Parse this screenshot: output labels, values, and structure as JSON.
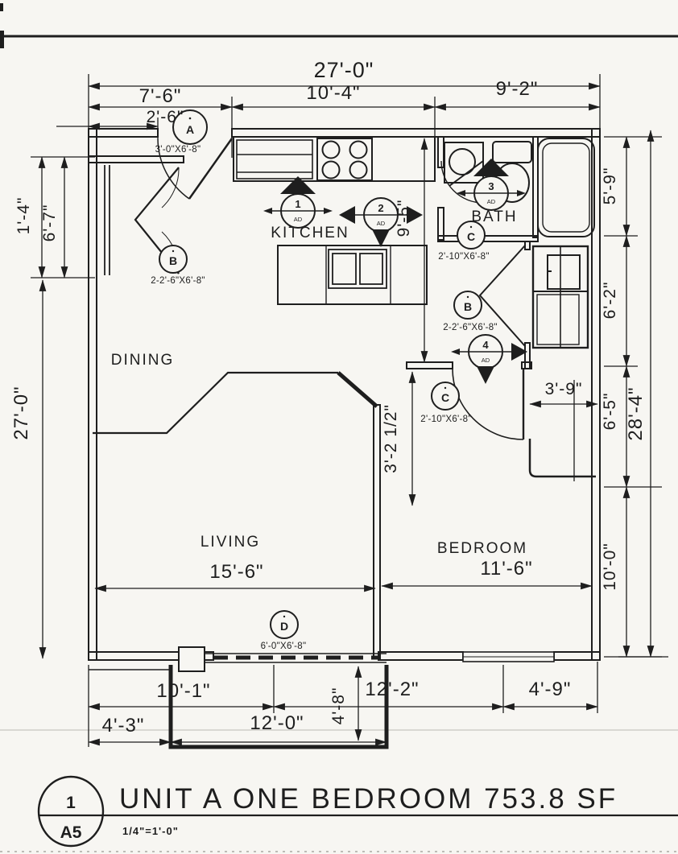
{
  "page": {
    "ink": "#1e1e1e",
    "paper": "#f7f6f2"
  },
  "title_block": {
    "detail_number": "1",
    "sheet": "A5",
    "title": "UNIT A ONE BEDROOM 753.8 SF",
    "scale": "1/4\"=1'-0\""
  },
  "rooms": {
    "kitchen": "KITCHEN",
    "bath": "BATH",
    "dining": "DINING",
    "living": "LIVING",
    "bedroom": "BEDROOM"
  },
  "dims": {
    "overall_top": "27'-0\"",
    "top_left": "7'-6\"",
    "top_mid": "10'-4\"",
    "top_right": "9'-2\"",
    "entry_offset": "2'-6\"",
    "left_a": "1'-4\"",
    "left_b": "6'-7\"",
    "left_overall": "27'-0\"",
    "right_a": "5'-9\"",
    "right_b": "6'-2\"",
    "right_c": "6'-5\"",
    "right_d": "10'-0\"",
    "right_overall": "28'-4\"",
    "kitchen_depth": "9'-5\"",
    "hall_width": "3'-2 1/2\"",
    "closet_depth": "3'-9\"",
    "living_width": "15'-6\"",
    "bedroom_width": "11'-6\"",
    "bottom_a": "10'-1\"",
    "bottom_b": "12'-2\"",
    "bottom_c": "4'-9\"",
    "bottom_d": "4'-3\"",
    "patio_width": "12'-0\"",
    "patio_depth": "4'-8\""
  },
  "door_marks": {
    "a": {
      "letter": "A",
      "size": "3'-0\"X6'-8\""
    },
    "b_entry": {
      "letter": "B",
      "size": "2-2'-6\"X6'-8\""
    },
    "b_utility": {
      "letter": "B",
      "size": "2-2'-6\"X6'-8\""
    },
    "c_bath": {
      "letter": "C",
      "size": "2'-10\"X6'-8\""
    },
    "c_bedroom": {
      "letter": "C",
      "size": "2'-10\"X6'-8\""
    },
    "d_patio": {
      "letter": "D",
      "size": "6'-0\"X6'-8\""
    }
  },
  "keynotes": {
    "k1": {
      "number": "1",
      "tag": "AD"
    },
    "k2": {
      "number": "2",
      "tag": "AD"
    },
    "k3": {
      "number": "3",
      "tag": "AD"
    },
    "k4": {
      "number": "4",
      "tag": "AD"
    }
  }
}
